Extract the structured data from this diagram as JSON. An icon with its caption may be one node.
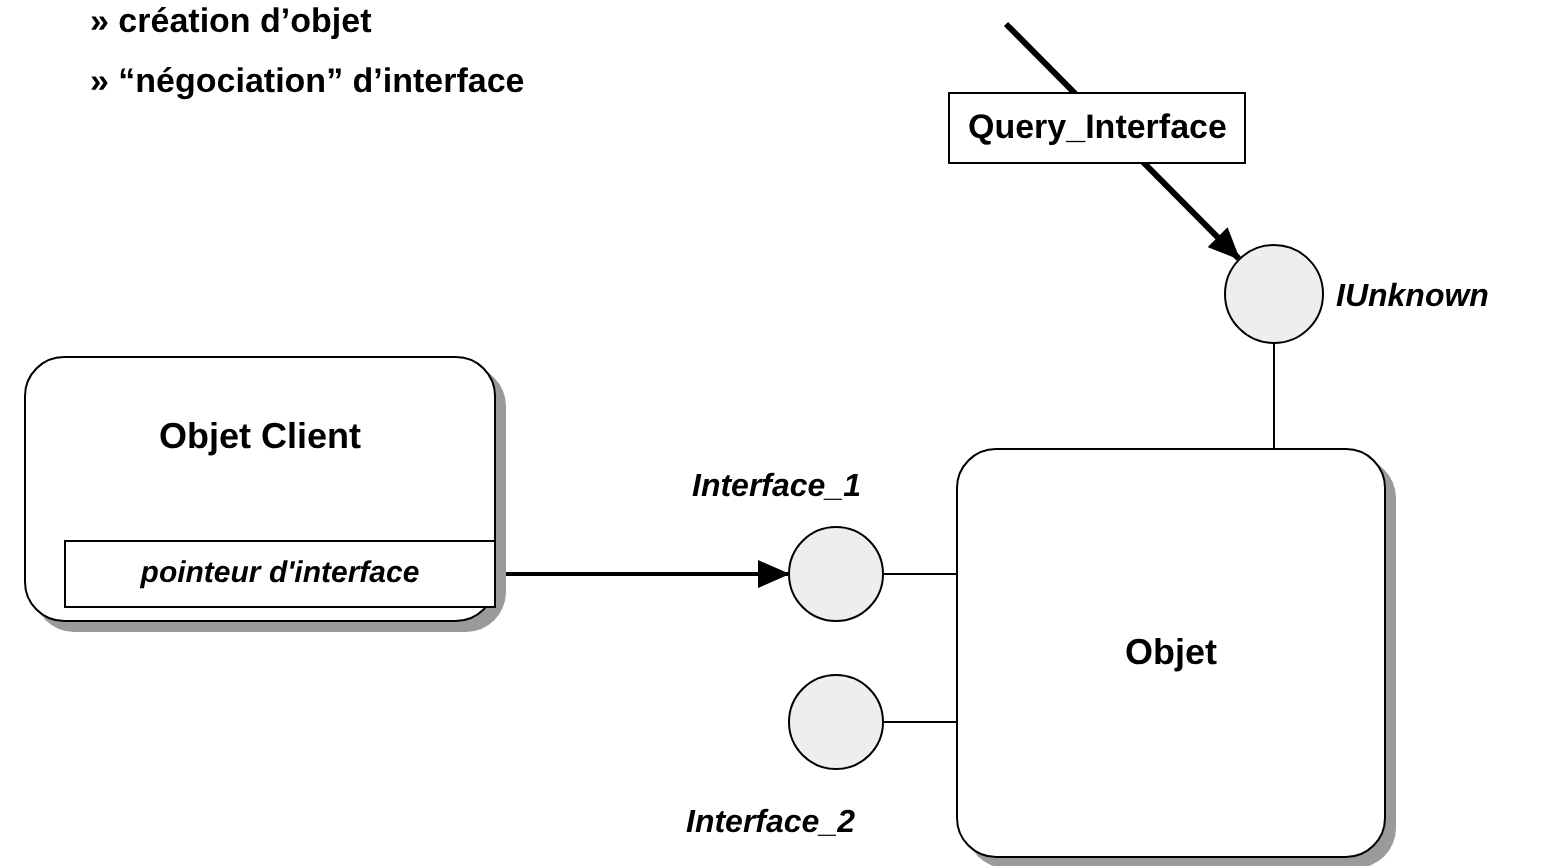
{
  "diagram": {
    "nodes": [
      {
        "text": [
          "Objet Client"
        ]
      },
      {
        "text": [
          "pointeur d'interface"
        ],
        "in": 0
      },
      {
        "text": [],
        "shape": "circle",
        "beside": [
          "Interface_1"
        ]
      },
      {
        "text": [],
        "shape": "circle",
        "beside": [
          "Interface_2"
        ]
      },
      {
        "text": [],
        "shape": "circle",
        "beside": [
          "IUnknown"
        ]
      },
      {
        "text": [
          "Objet"
        ]
      }
    ],
    "edges": [
      {
        "from": 1,
        "to": 2,
        "arrow": "to"
      },
      {
        "from": 2,
        "to": 5,
        "arrow": "none"
      },
      {
        "from": 3,
        "to": 5,
        "arrow": "none"
      },
      {
        "from": 4,
        "to": 5,
        "arrow": "none"
      },
      {
        "from": null,
        "to": 4,
        "arrow": "to",
        "label": "Query_Interface",
        "style": "thick"
      }
    ],
    "labels": [
      "» création d’objet",
      "» “négociation” d’interface"
    ]
  }
}
